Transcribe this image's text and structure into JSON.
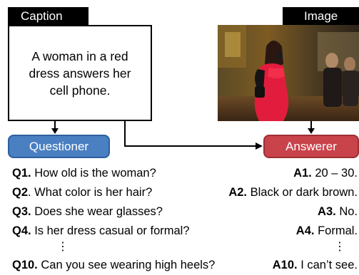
{
  "caption": {
    "tag": "Caption",
    "text": "A woman in a red dress answers her cell phone."
  },
  "image": {
    "tag": "Image"
  },
  "questioner": {
    "label": "Questioner",
    "color": "#4a7fc1"
  },
  "answerer": {
    "label": "Answerer",
    "color": "#c8434a"
  },
  "questions": [
    {
      "num": "Q1.",
      "text": " How old is the woman?"
    },
    {
      "num": "Q2",
      "text": ". What color is her hair?"
    },
    {
      "num": "Q3.",
      "text": " Does she wear glasses?"
    },
    {
      "num": "Q4.",
      "text": " Is her dress casual or formal?"
    },
    {
      "num": "Q10.",
      "text": " Can you see wearing high heels?"
    }
  ],
  "answers": [
    {
      "num": "A1.",
      "text": " 20 – 30."
    },
    {
      "num": "A2.",
      "text": " Black or dark brown."
    },
    {
      "num": "A3.",
      "text": " No."
    },
    {
      "num": "A4.",
      "text": " Formal."
    },
    {
      "num": "A10.",
      "text": " I can’t see."
    }
  ],
  "ellipsis": "⋮"
}
